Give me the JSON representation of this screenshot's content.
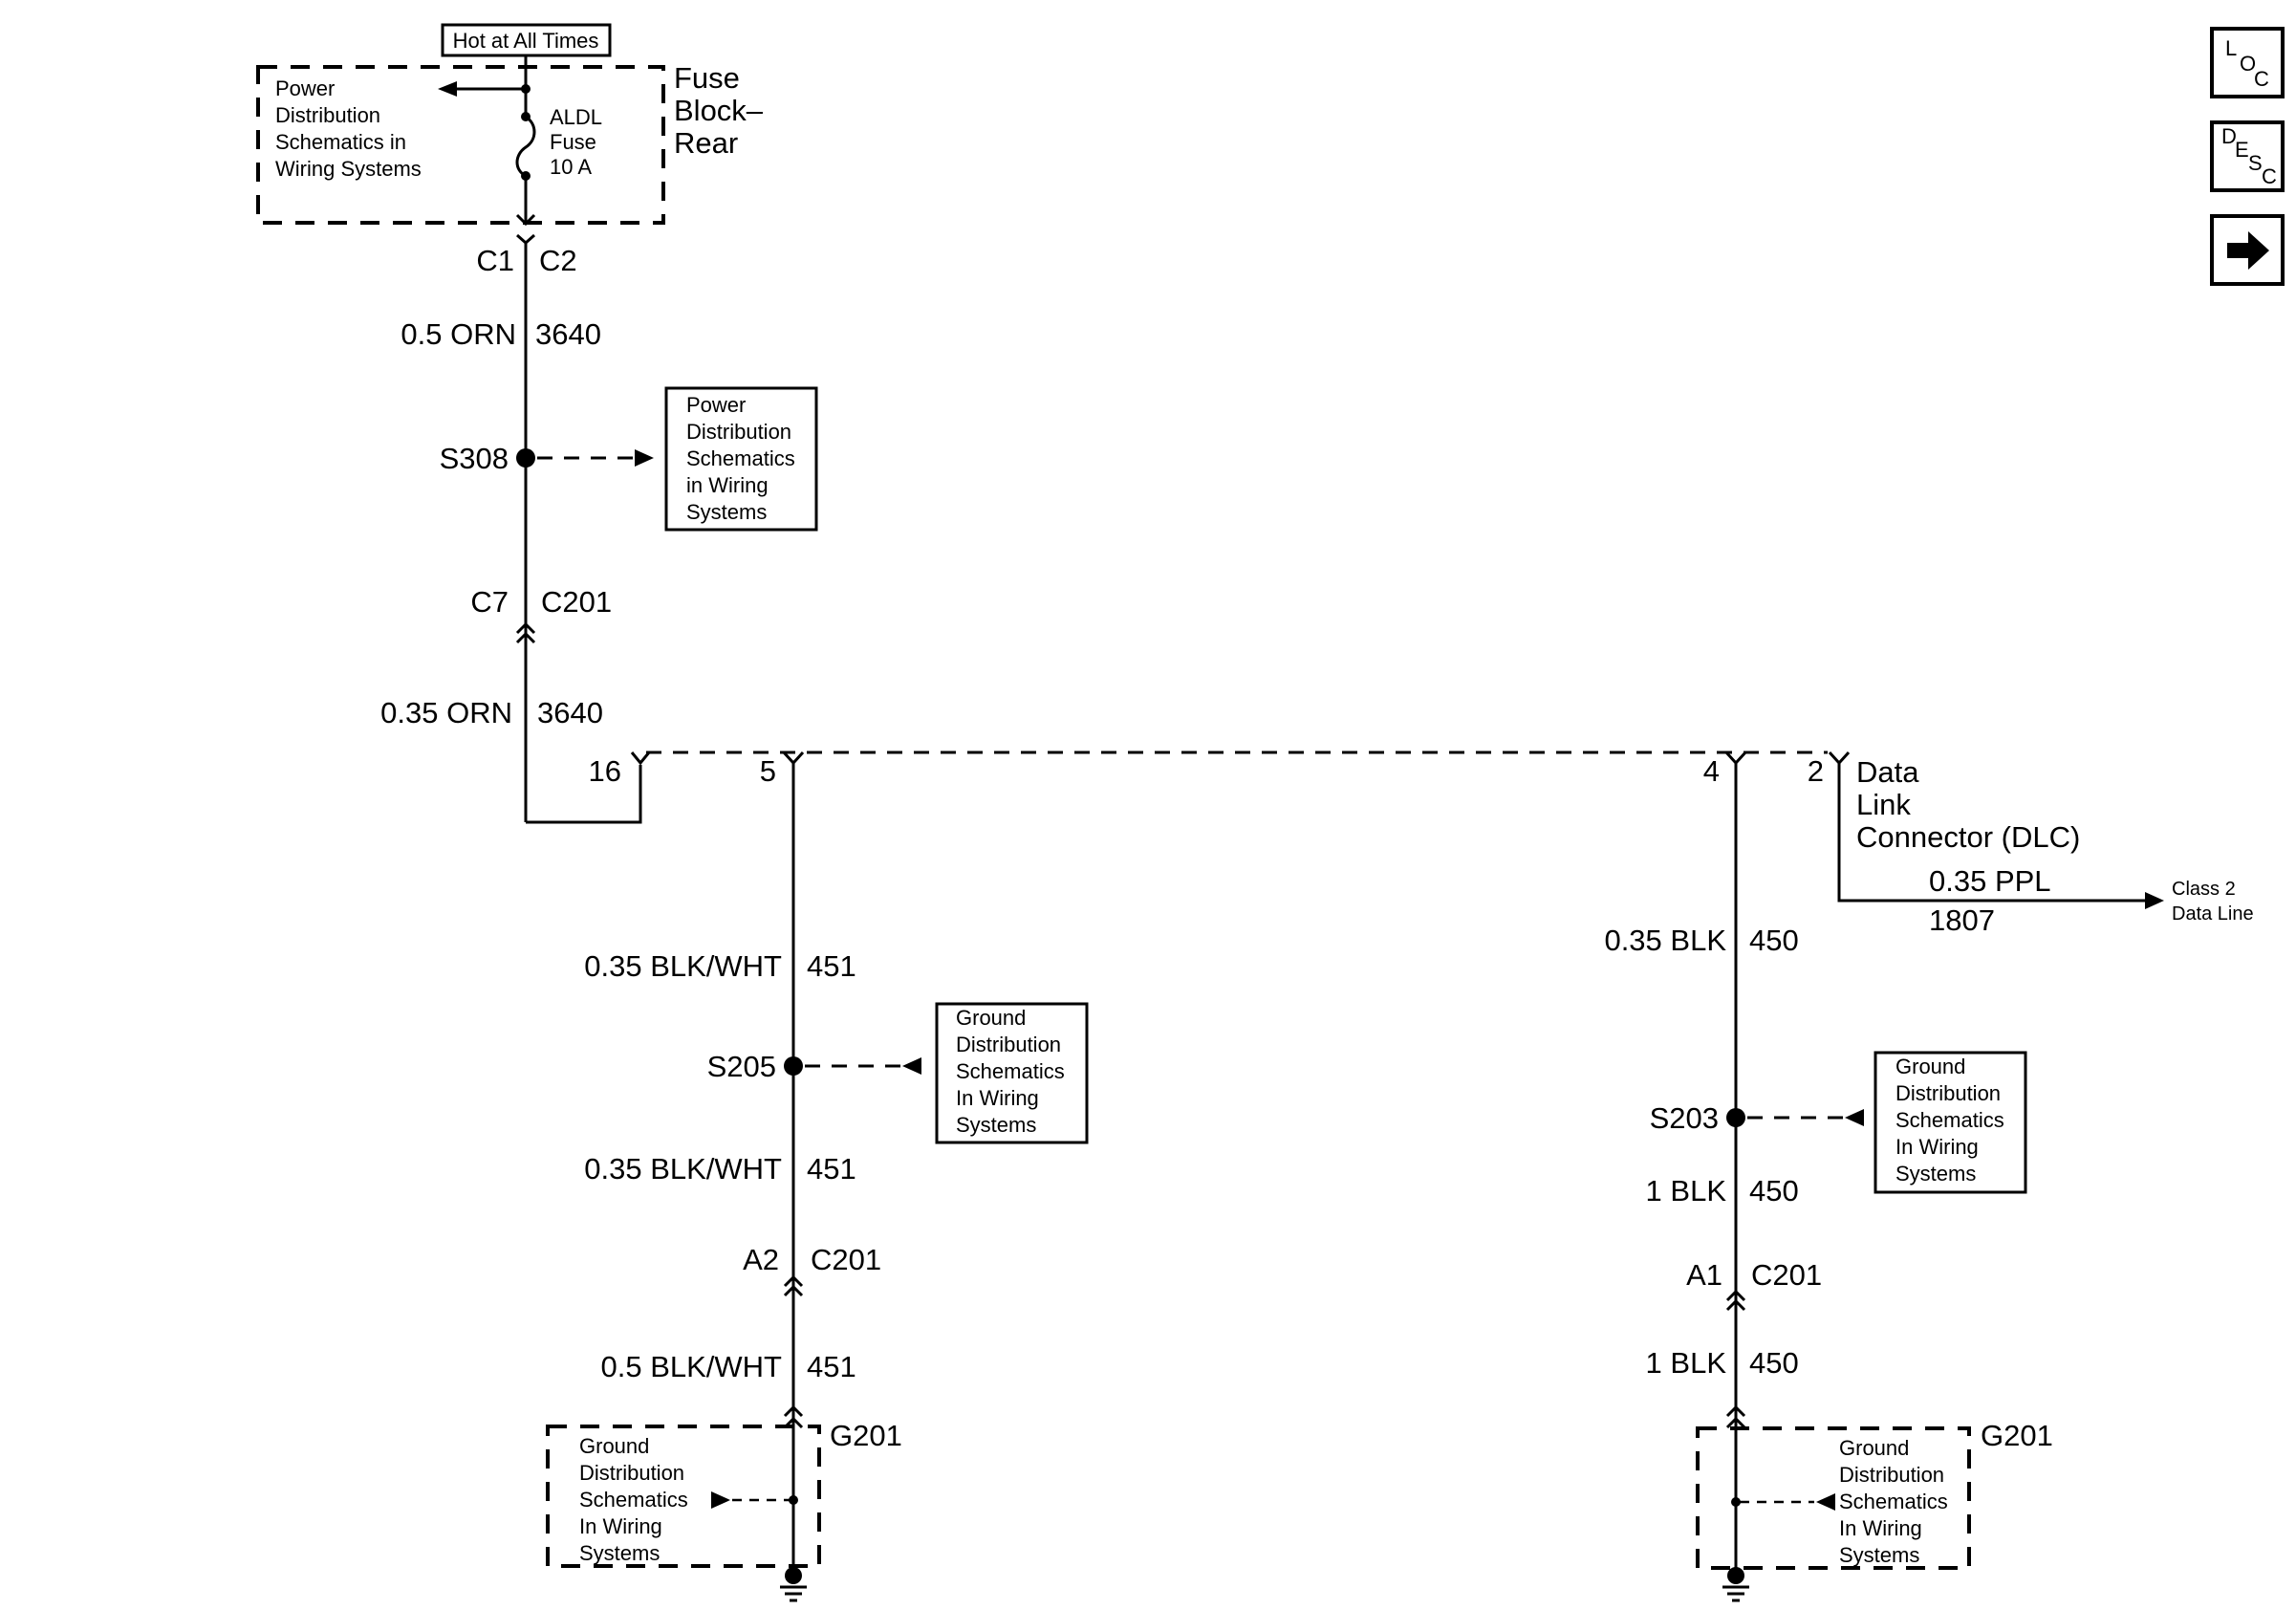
{
  "power": {
    "hot_label": "Hot at All Times",
    "fuse_block_lines": [
      "Fuse",
      "Block–",
      "Rear"
    ],
    "fuse_lines": [
      "ALDL",
      "Fuse",
      "10 A"
    ],
    "pd_ref_lines": [
      "Power",
      "Distribution",
      "Schematics in",
      "Wiring Systems"
    ]
  },
  "pd_box": {
    "lines": [
      "Power",
      "Distribution",
      "Schematics",
      "in Wiring",
      "Systems"
    ]
  },
  "connectors": {
    "c1": "C1",
    "c2": "C2",
    "c7": "C7",
    "c201_top": "C201",
    "a2": "A2",
    "c201_left": "C201",
    "a1": "A1",
    "c201_right": "C201"
  },
  "wires": {
    "orn_top_gauge": "0.5 ORN",
    "orn_top_circuit": "3640",
    "orn_mid_gauge": "0.35 ORN",
    "orn_mid_circuit": "3640",
    "l1_gauge": "0.35 BLK/WHT",
    "l1_circuit": "451",
    "l2_gauge": "0.35 BLK/WHT",
    "l2_circuit": "451",
    "l3_gauge": "0.5 BLK/WHT",
    "l3_circuit": "451",
    "r1_gauge": "0.35 BLK",
    "r1_circuit": "450",
    "r2_gauge": "1 BLK",
    "r2_circuit": "450",
    "r3_gauge": "1 BLK",
    "r3_circuit": "450",
    "ppl_gauge": "0.35 PPL",
    "ppl_circuit": "1807"
  },
  "splices": {
    "s308": "S308",
    "s205": "S205",
    "s203": "S203"
  },
  "dlc": {
    "pins": {
      "p16": "16",
      "p5": "5",
      "p4": "4",
      "p2": "2"
    },
    "name_lines": [
      "Data",
      "Link",
      "Connector (DLC)"
    ],
    "class2_lines": [
      "Class 2",
      "Data Line"
    ]
  },
  "ground_ref": {
    "lines": [
      "Ground",
      "Distribution",
      "Schematics",
      "In Wiring",
      "Systems"
    ]
  },
  "grounds": {
    "g_left": "G201",
    "g_right": "G201"
  },
  "nav": {
    "loc": [
      "L",
      "O",
      "C"
    ],
    "desc": [
      "D",
      "E",
      "S",
      "C"
    ]
  }
}
